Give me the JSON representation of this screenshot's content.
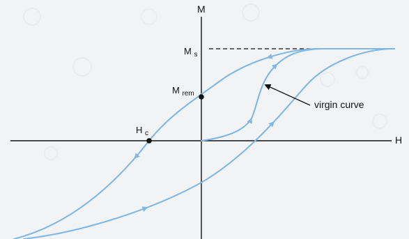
{
  "labels": {
    "axis_y": "M",
    "axis_x": "H",
    "ms_main": "M",
    "ms_sub": "s",
    "mrem_main": "M",
    "mrem_sub": "rem",
    "hc_main": "H",
    "hc_sub": "c",
    "virgin_curve": "virgin curve"
  },
  "colors": {
    "curve": "#7fb8e4",
    "axis": "#111111",
    "background": "#f2f3f5"
  }
}
